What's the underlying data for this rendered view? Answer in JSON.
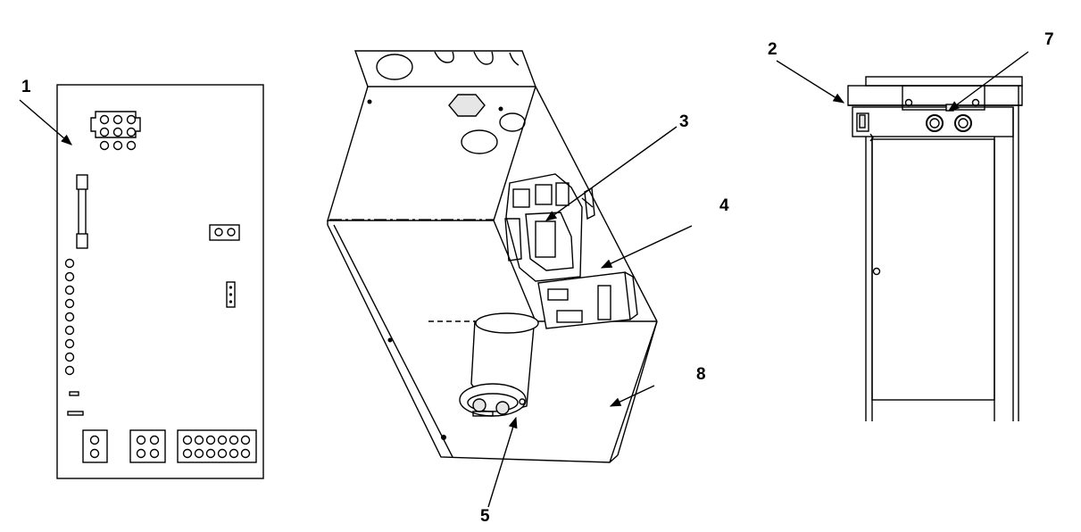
{
  "callouts": {
    "c1": "1",
    "c2": "2",
    "c3": "3",
    "c4": "4",
    "c5": "5",
    "c7": "7",
    "c8": "8"
  }
}
